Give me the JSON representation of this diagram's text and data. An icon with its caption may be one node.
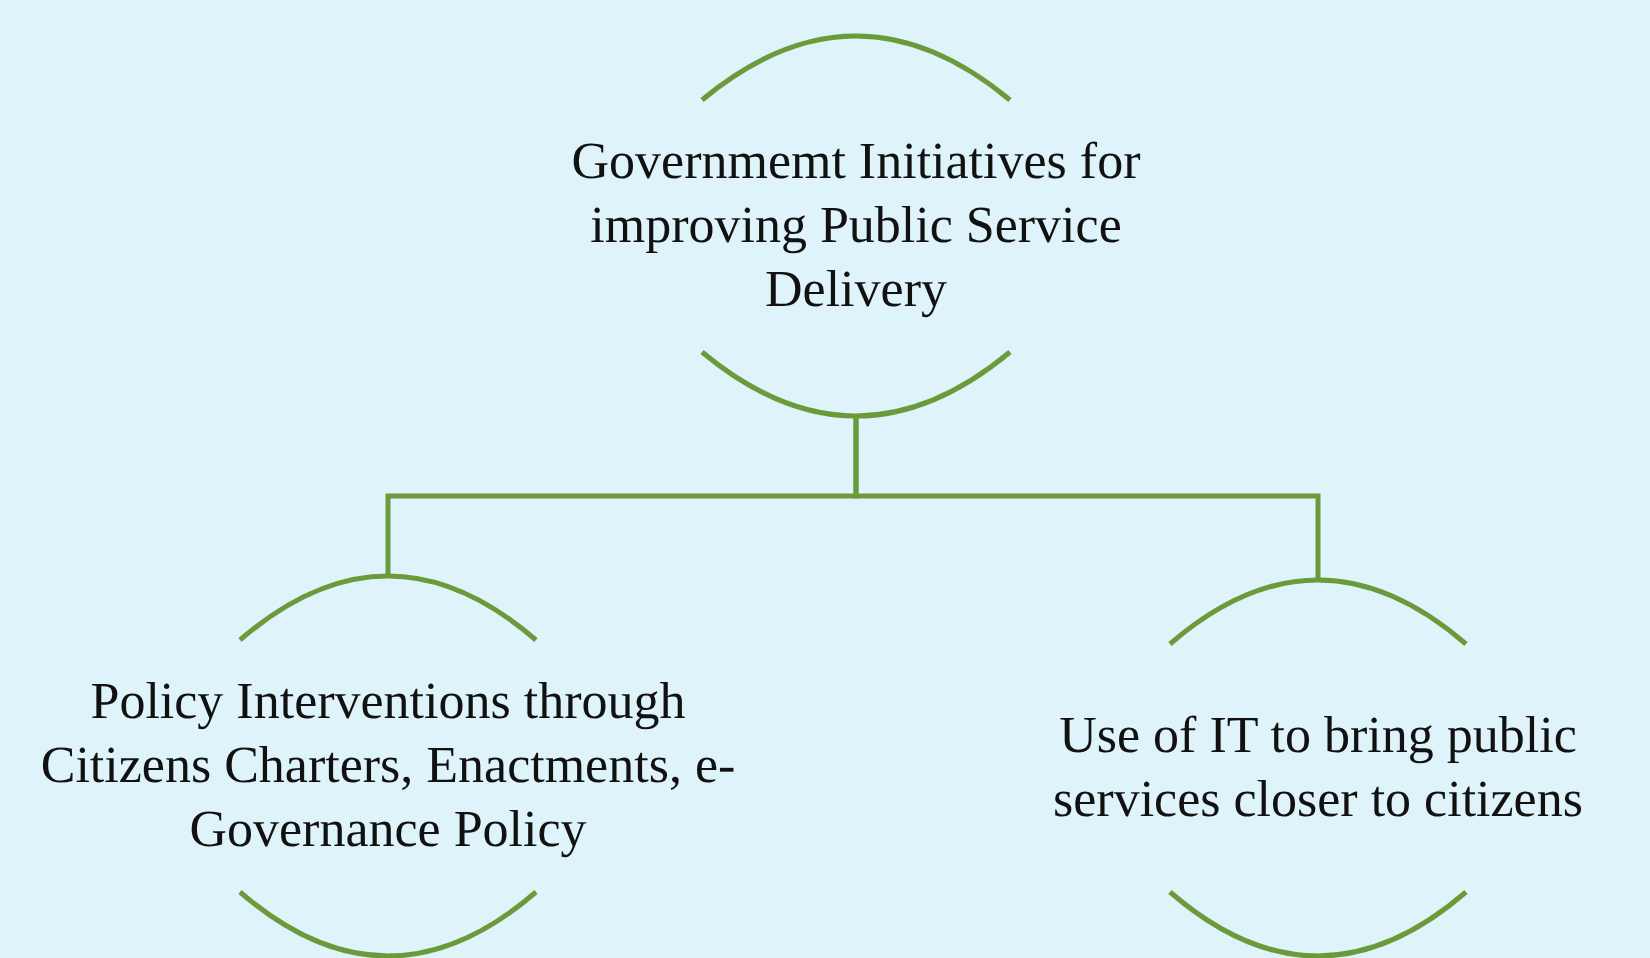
{
  "diagram": {
    "nodes": [
      {
        "text": [
          "Governmemt Initiatives for improving Public Service Delivery"
        ]
      },
      {
        "text": [
          "Policy Interventions through Citizens Charters, Enactments, e-Governance Policy"
        ]
      },
      {
        "text": [
          "Use of IT to bring public services closer to citizens"
        ]
      }
    ],
    "edges": [
      {
        "from": 0,
        "to": 1,
        "arrow": "none"
      },
      {
        "from": 0,
        "to": 2,
        "arrow": "none"
      }
    ]
  }
}
